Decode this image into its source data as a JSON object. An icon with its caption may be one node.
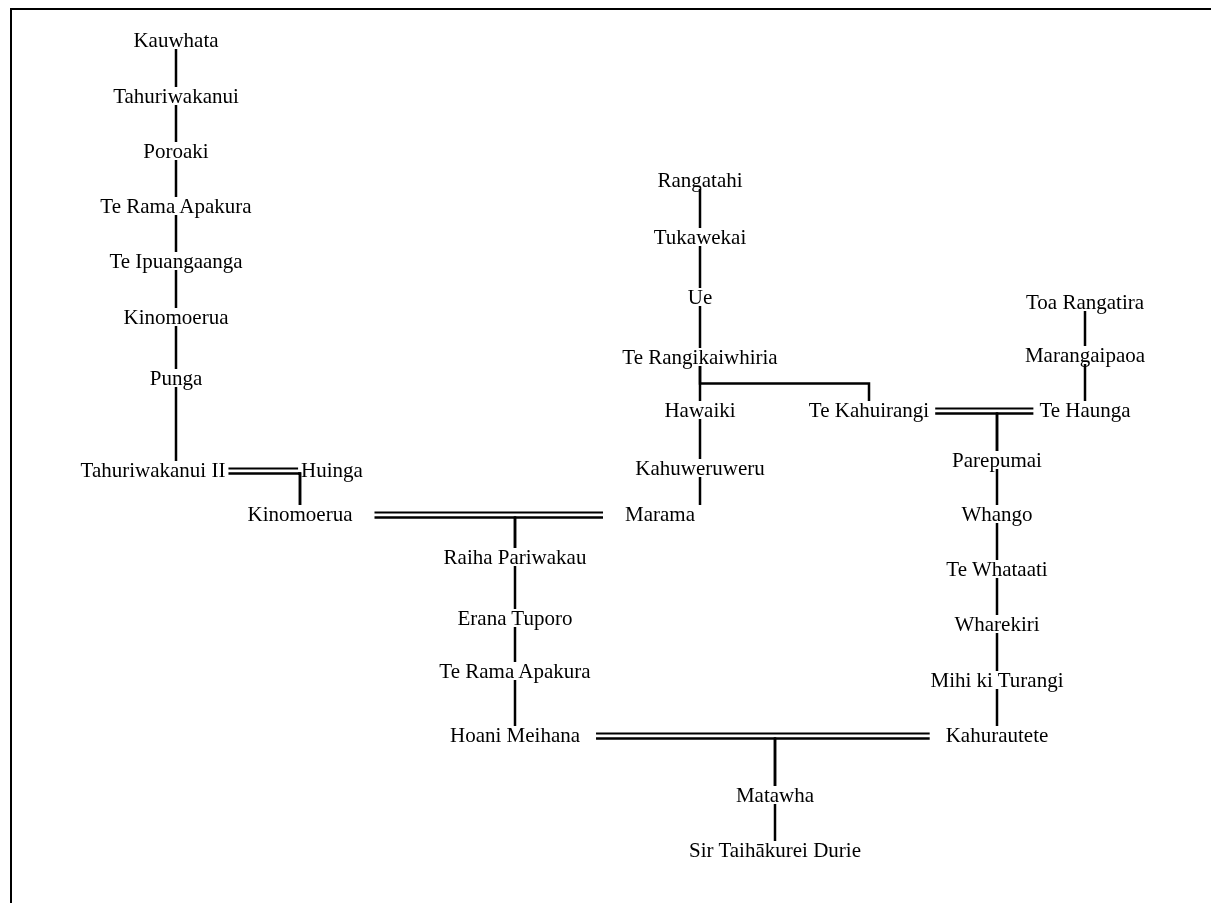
{
  "diagram": {
    "nodes": [
      {
        "text": [
          "Kauwhata"
        ]
      },
      {
        "text": [
          "Tahuriwakanui"
        ]
      },
      {
        "text": [
          "Poroaki"
        ]
      },
      {
        "text": [
          "Te Rama Apakura"
        ]
      },
      {
        "text": [
          "Te Ipuangaanga"
        ]
      },
      {
        "text": [
          "Kinomoerua"
        ]
      },
      {
        "text": [
          "Punga"
        ]
      },
      {
        "text": [
          "Tahuriwakanui II"
        ]
      },
      {
        "text": [
          "Huinga"
        ]
      },
      {
        "text": [
          "Kinomoerua"
        ]
      },
      {
        "text": [
          "Marama"
        ]
      },
      {
        "text": [
          "Rangatahi"
        ]
      },
      {
        "text": [
          "Tukawekai"
        ]
      },
      {
        "text": [
          "Ue"
        ]
      },
      {
        "text": [
          "Te Rangikaiwhiria"
        ]
      },
      {
        "text": [
          "Hawaiki"
        ]
      },
      {
        "text": [
          "Kahuweruweru"
        ]
      },
      {
        "text": [
          "Te Kahuirangi"
        ]
      },
      {
        "text": [
          "Toa Rangatira"
        ]
      },
      {
        "text": [
          "Marangaipaoa"
        ]
      },
      {
        "text": [
          "Te Haunga"
        ]
      },
      {
        "text": [
          "Parepumai"
        ]
      },
      {
        "text": [
          "Whango"
        ]
      },
      {
        "text": [
          "Te Whataati"
        ]
      },
      {
        "text": [
          "Wharekiri"
        ]
      },
      {
        "text": [
          "Mihi ki Turangi"
        ]
      },
      {
        "text": [
          "Kahurautete"
        ]
      },
      {
        "text": [
          "Raiha Pariwakau"
        ]
      },
      {
        "text": [
          "Erana Tuporo"
        ]
      },
      {
        "text": [
          "Te Rama Apakura"
        ]
      },
      {
        "text": [
          "Hoani Meihana"
        ]
      },
      {
        "text": [
          "Matawha"
        ]
      },
      {
        "text": [
          "Sir Taihākurei Durie"
        ]
      }
    ],
    "edges": [
      {
        "from": 0,
        "to": 1,
        "arrow": "none"
      },
      {
        "from": 1,
        "to": 2,
        "arrow": "none"
      },
      {
        "from": 2,
        "to": 3,
        "arrow": "none"
      },
      {
        "from": 3,
        "to": 4,
        "arrow": "none"
      },
      {
        "from": 4,
        "to": 5,
        "arrow": "none"
      },
      {
        "from": 5,
        "to": 6,
        "arrow": "none"
      },
      {
        "from": 6,
        "to": 7,
        "arrow": "none"
      },
      {
        "from": 7,
        "to": 8,
        "arrow": "none"
      },
      {
        "from": 7,
        "to": 9,
        "arrow": "none"
      },
      {
        "from": 8,
        "to": 9,
        "arrow": "none"
      },
      {
        "from": 9,
        "to": 10,
        "arrow": "none"
      },
      {
        "from": 9,
        "to": 27,
        "arrow": "none"
      },
      {
        "from": 10,
        "to": 27,
        "arrow": "none"
      },
      {
        "from": 27,
        "to": 28,
        "arrow": "none"
      },
      {
        "from": 28,
        "to": 29,
        "arrow": "none"
      },
      {
        "from": 29,
        "to": 30,
        "arrow": "none"
      },
      {
        "from": 11,
        "to": 12,
        "arrow": "none"
      },
      {
        "from": 12,
        "to": 13,
        "arrow": "none"
      },
      {
        "from": 13,
        "to": 14,
        "arrow": "none"
      },
      {
        "from": 14,
        "to": 15,
        "arrow": "none"
      },
      {
        "from": 14,
        "to": 17,
        "arrow": "none"
      },
      {
        "from": 15,
        "to": 16,
        "arrow": "none"
      },
      {
        "from": 16,
        "to": 10,
        "arrow": "none"
      },
      {
        "from": 18,
        "to": 19,
        "arrow": "none"
      },
      {
        "from": 19,
        "to": 20,
        "arrow": "none"
      },
      {
        "from": 17,
        "to": 20,
        "arrow": "none"
      },
      {
        "from": 17,
        "to": 21,
        "arrow": "none"
      },
      {
        "from": 20,
        "to": 21,
        "arrow": "none"
      },
      {
        "from": 21,
        "to": 22,
        "arrow": "none"
      },
      {
        "from": 22,
        "to": 23,
        "arrow": "none"
      },
      {
        "from": 23,
        "to": 24,
        "arrow": "none"
      },
      {
        "from": 24,
        "to": 25,
        "arrow": "none"
      },
      {
        "from": 25,
        "to": 26,
        "arrow": "none"
      },
      {
        "from": 30,
        "to": 26,
        "arrow": "none"
      },
      {
        "from": 30,
        "to": 31,
        "arrow": "none"
      },
      {
        "from": 26,
        "to": 31,
        "arrow": "none"
      },
      {
        "from": 31,
        "to": 32,
        "arrow": "none"
      }
    ]
  }
}
